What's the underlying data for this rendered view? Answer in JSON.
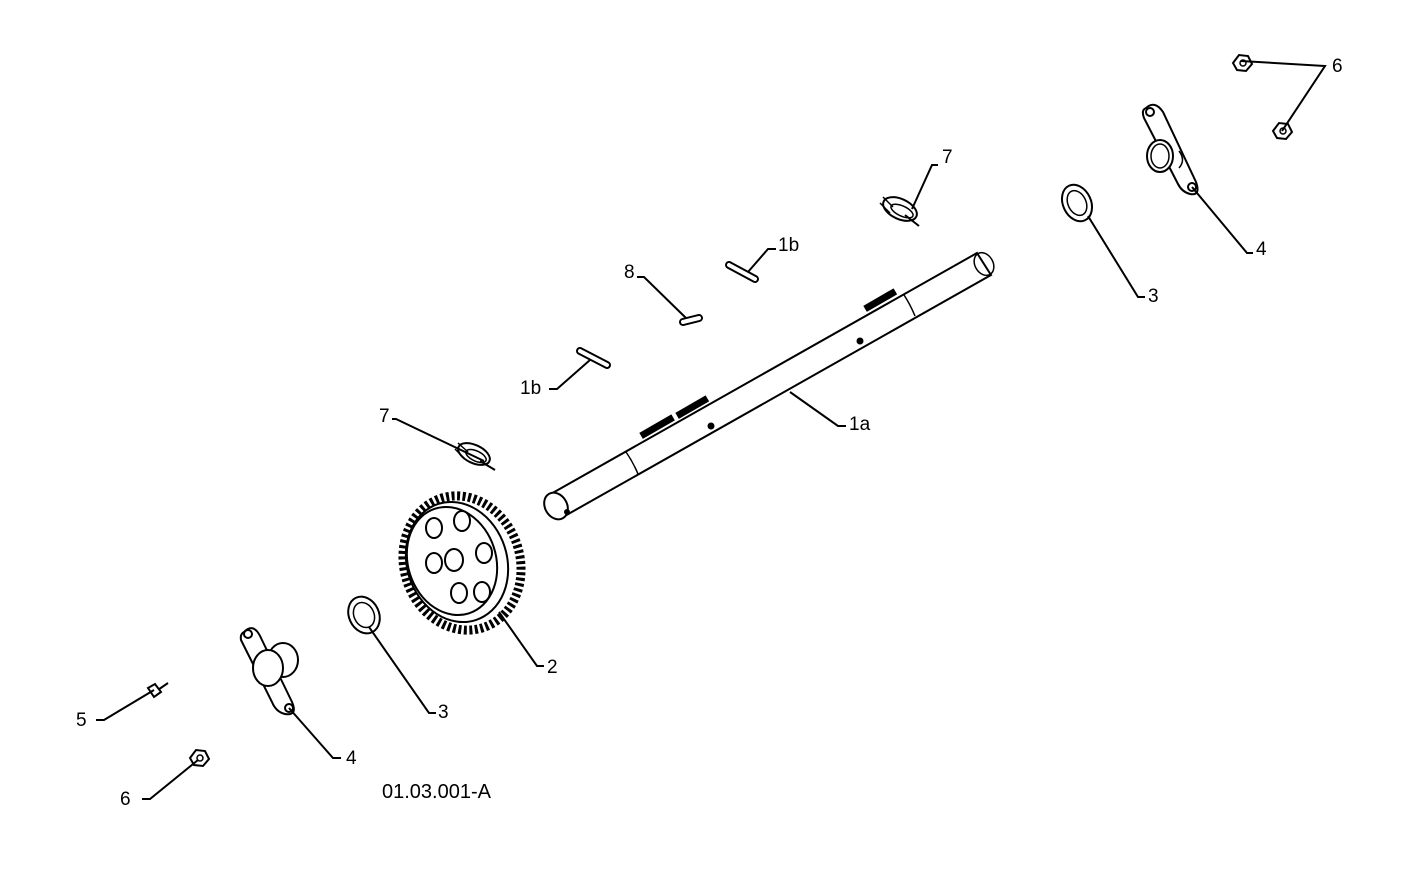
{
  "diagram": {
    "code": "01.03.001-A",
    "callouts": {
      "c6_top": "6",
      "c7_top": "7",
      "c1b_top": "1b",
      "c8": "8",
      "c4_right": "4",
      "c3_right": "3",
      "c1b_left": "1b",
      "c1a": "1a",
      "c7_left": "7",
      "c2": "2",
      "c3_left": "3",
      "c5": "5",
      "c4_left": "4",
      "c6_bottom": "6"
    }
  }
}
